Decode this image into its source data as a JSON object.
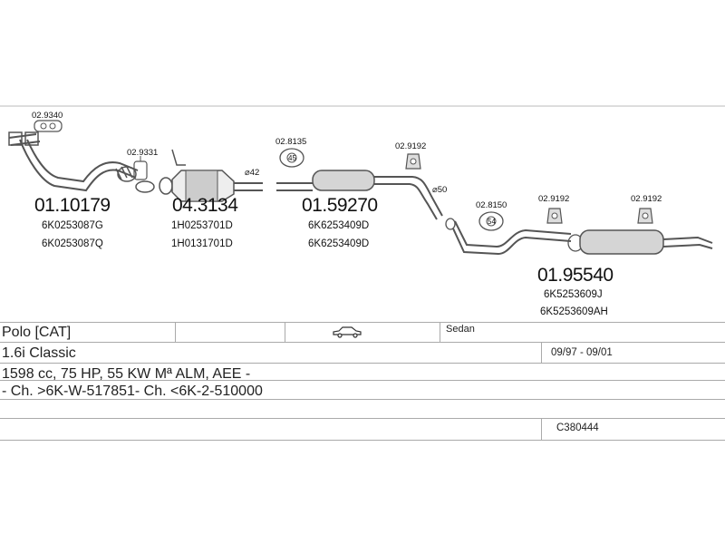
{
  "parts": {
    "p1": {
      "number": "01.10179",
      "oem1": "6K0253087G",
      "oem2": "6K0253087Q"
    },
    "p2": {
      "number": "04.3134",
      "oem1": "1H0253701D",
      "oem2": "1H0131701D"
    },
    "p3": {
      "number": "01.59270",
      "oem1": "6K6253409D",
      "oem2": "6K6253409D"
    },
    "p4": {
      "number": "01.95540",
      "oem1": "6K5253609J",
      "oem2": "6K5253609AH"
    }
  },
  "fittings": {
    "f1": "02.9340",
    "f2": "02.9331",
    "f3": "02.8135",
    "f4": "02.9192",
    "f5": "02.8150",
    "f6": "02.9192",
    "f7": "02.9192"
  },
  "ring_labels": {
    "r1": "45",
    "r2": "54"
  },
  "diameters": {
    "d1": "⌀42",
    "d2": "⌀50"
  },
  "vehicle": {
    "model": "Polo  [CAT]",
    "body": "Sedan",
    "engine": "1.6i Classic",
    "years": "09/97 - 09/01",
    "spec": "1598 cc, 75 HP, 55 KW  Mª ALM, AEE -",
    "chassis": "- Ch. >6K-W-517851- Ch. <6K-2-510000",
    "code": "C380444"
  }
}
